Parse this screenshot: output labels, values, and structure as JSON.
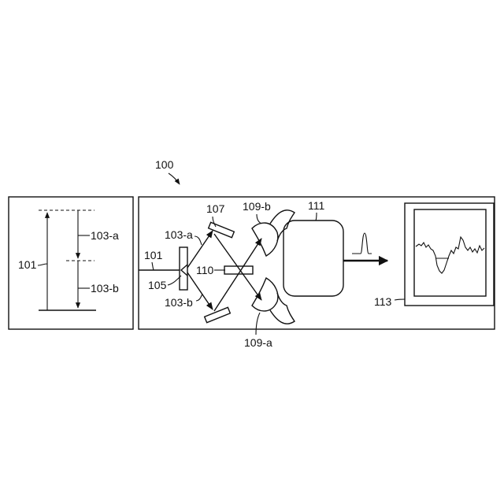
{
  "labels": {
    "system": "100",
    "level_diagram": "101",
    "transition_a": "103-a",
    "transition_b": "103-b",
    "source": "101",
    "splitter": "105",
    "mirror_top": "107",
    "beam_a": "103-a",
    "beam_b": "103-b",
    "sample": "110",
    "lens_b": "109-b",
    "lens_a": "109-a",
    "detector": "111",
    "display": "113"
  }
}
